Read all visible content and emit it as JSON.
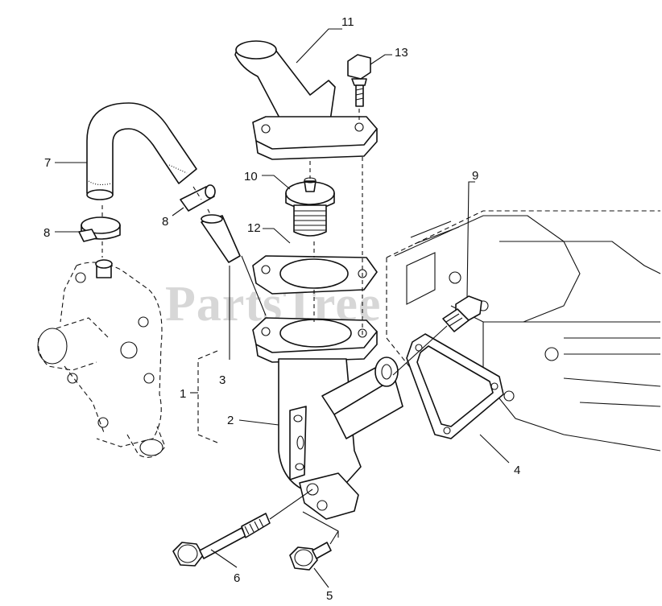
{
  "watermark": "PartsTree",
  "labels": {
    "p1": "1",
    "p2": "2",
    "p3": "3",
    "p4": "4",
    "p5": "5",
    "p6": "6",
    "p7": "7",
    "p8a": "8",
    "p8b": "8",
    "p9": "9",
    "p10": "10",
    "p11": "11",
    "p12": "12",
    "p13": "13"
  }
}
